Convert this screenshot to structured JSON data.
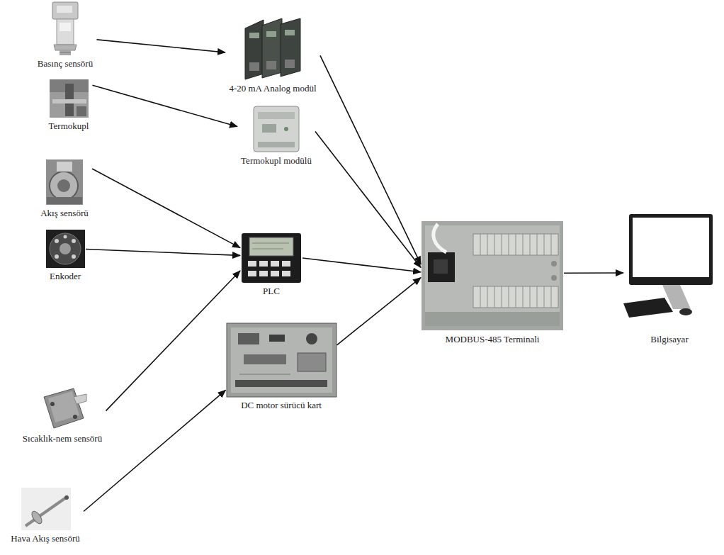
{
  "diagram": {
    "nodes": [
      {
        "text": [
          "Basınç sensörü"
        ]
      },
      {
        "text": [
          "Termokupl"
        ]
      },
      {
        "text": [
          "Akış sensörü"
        ]
      },
      {
        "text": [
          "Enkoder"
        ]
      },
      {
        "text": [
          "Sıcaklık-nem sensörü"
        ]
      },
      {
        "text": [
          "Hava Akış sensörü"
        ]
      },
      {
        "text": [
          "4-20 mA Analog modül"
        ]
      },
      {
        "text": [
          "Termokupl modülü"
        ]
      },
      {
        "text": [
          "PLC"
        ]
      },
      {
        "text": [
          "DC motor sürücü kart"
        ]
      },
      {
        "text": [
          "MODBUS-485 Terminali"
        ]
      },
      {
        "text": [
          "Bilgisayar"
        ]
      }
    ],
    "edges": [
      {
        "from": 0,
        "to": 6,
        "arrow": "to"
      },
      {
        "from": 1,
        "to": 7,
        "arrow": "to"
      },
      {
        "from": 2,
        "to": 8,
        "arrow": "to"
      },
      {
        "from": 3,
        "to": 8,
        "arrow": "to"
      },
      {
        "from": 4,
        "to": 8,
        "arrow": "to"
      },
      {
        "from": 5,
        "to": 9,
        "arrow": "to"
      },
      {
        "from": 6,
        "to": 10,
        "arrow": "to"
      },
      {
        "from": 7,
        "to": 10,
        "arrow": "to"
      },
      {
        "from": 8,
        "to": 10,
        "arrow": "to"
      },
      {
        "from": 9,
        "to": 10,
        "arrow": "to"
      },
      {
        "from": 10,
        "to": 11,
        "arrow": "to"
      }
    ]
  }
}
